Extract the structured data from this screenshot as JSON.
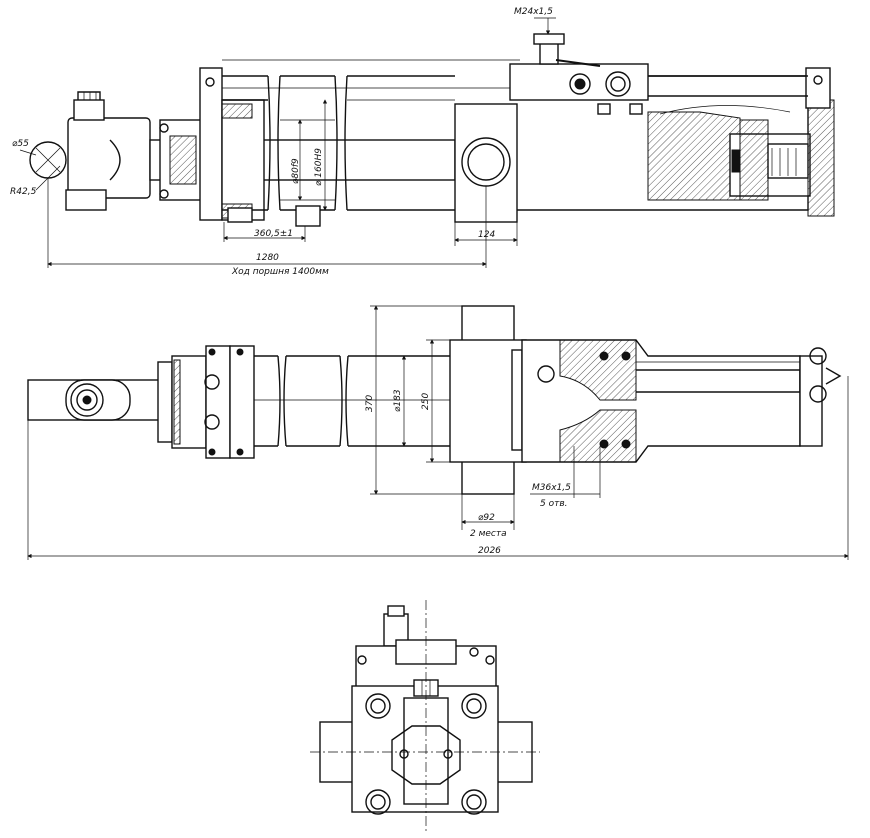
{
  "views": {
    "side_section": {
      "labels": {
        "thread_top": "M24x1,5",
        "pin_dia": "⌀55",
        "eye_radius": "R42,5",
        "rod_dia": "⌀80f9",
        "bore_dia": "⌀ 160H9",
        "length_360": "360,5±1",
        "port_124": "124",
        "length_1280": "1280",
        "stroke_note": "Ход поршня 1400мм"
      }
    },
    "top_view": {
      "labels": {
        "dim_370": "370",
        "dim_183": "⌀183",
        "dim_250": "250",
        "thread_side": "M36x1,5",
        "holes_count": "5 отв.",
        "trunnion_dia": "⌀92",
        "trunnion_count": "2 места",
        "overall_length": "2026"
      }
    }
  }
}
